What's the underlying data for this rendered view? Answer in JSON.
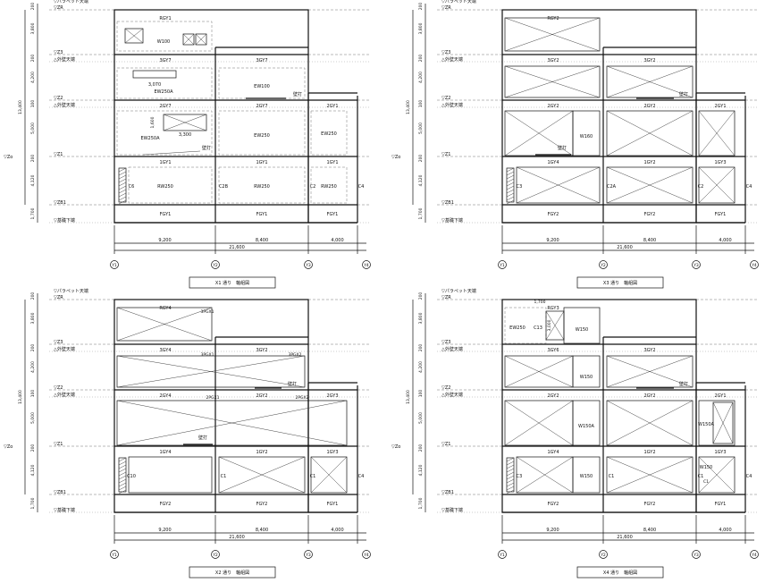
{
  "level_names": {
    "roof": "▽ZR",
    "parapet": "▽パラペット天端",
    "z3": "▽Z3",
    "z2": "▽Z2",
    "z1": "▽Z1",
    "zb1": "▽ZB1",
    "zo": "▽Zo",
    "outer_wall": "△外壁天端",
    "foundation": "▽基礎下端"
  },
  "vertical_dims": [
    "3,800",
    "200",
    "4,200",
    "100",
    "5,000",
    "200",
    "4,120",
    "1,700"
  ],
  "total_height": "13,400",
  "span_dims": [
    "9,200",
    "8,400",
    "4,000"
  ],
  "total_span": "21,600",
  "axes": [
    "Y1",
    "Y2",
    "Y3",
    "Y4"
  ],
  "panels": [
    {
      "title": "X1 通り　軸組図",
      "roof_girder": "RGY1",
      "f3_girders": [
        "3GY7",
        "3GY7"
      ],
      "f2_girders": [
        "2GY7",
        "2GY7",
        "2GY1"
      ],
      "f1_girders": [
        "1GY1",
        "1GY1",
        "1GY1"
      ],
      "foundation": [
        "FGY1",
        "FGY1",
        "FGY1"
      ],
      "columns": [
        "C6",
        "C2B",
        "C2",
        "C4"
      ],
      "texts": [
        "W100",
        "3,070",
        "EW250A",
        "EW100",
        "1,600",
        "EW250A",
        "3,300",
        "EW250",
        "EW250",
        "RW250",
        "RW250",
        "RW250",
        "壁打",
        "壁打"
      ]
    },
    {
      "title": "X3 通り　軸組図",
      "roof_girder": "RGY2",
      "f3_girders": [
        "3GY2",
        "3GY2"
      ],
      "f2_girders": [
        "2GY2",
        "2GY2",
        "2GY1"
      ],
      "f1_girders": [
        "1GY4",
        "1GY2",
        "1GY3"
      ],
      "foundation": [
        "FGY2",
        "FGY2",
        "FGY1"
      ],
      "columns": [
        "C3",
        "C2A",
        "C2",
        "C4"
      ],
      "texts": [
        "W160",
        "壁打",
        "壁打"
      ]
    },
    {
      "title": "X2 通り　軸組図",
      "roof_girder": "RGY4",
      "f3_girders": [
        "3GY4",
        "3GY2"
      ],
      "f2_girders": [
        "2GY4",
        "2GY2",
        "2GY3"
      ],
      "f1_girders": [
        "1GY4",
        "1GY2",
        "1GY3"
      ],
      "foundation": [
        "FGY2",
        "FGY2",
        "FGY1"
      ],
      "columns": [
        "C10",
        "C1",
        "C1",
        "C4"
      ],
      "texts": [
        "3PGX1",
        "3PGX1",
        "3PGX2",
        "2PGX1",
        "2PGX2",
        "壁打",
        "壁打"
      ]
    },
    {
      "title": "X4 通り　軸組図",
      "roof_girder": "RGY3",
      "f3_girders": [
        "3GY6",
        "3GY2"
      ],
      "f2_girders": [
        "2GY2",
        "2GY2",
        "2GY1"
      ],
      "f1_girders": [
        "1GY4",
        "1GY2",
        "1GY3"
      ],
      "foundation": [
        "FGY2",
        "FGY2",
        "FGY1"
      ],
      "columns": [
        "C3",
        "C1",
        "C1",
        "C4"
      ],
      "texts": [
        "1,700",
        "EW250",
        "C13",
        "3,000",
        "W150",
        "W150",
        "W150A",
        "W150A",
        "W150",
        "W150",
        "壁打",
        "C1"
      ]
    }
  ]
}
